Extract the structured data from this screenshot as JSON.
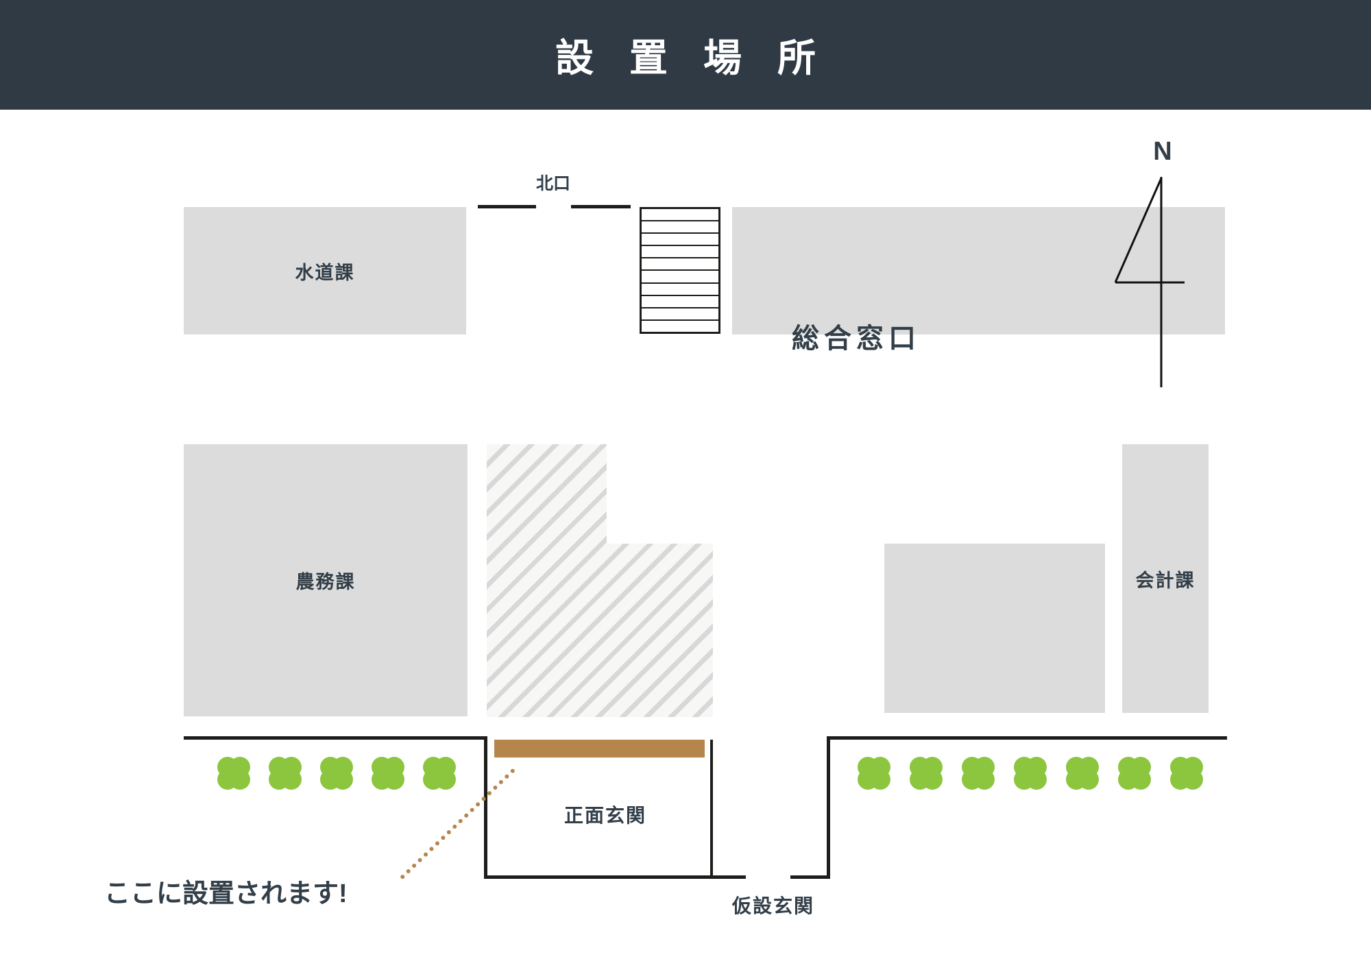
{
  "title": "設置場所",
  "colors": {
    "header_bg": "#2f3a44",
    "text_dark": "#323e48",
    "room_gray": "#dcdcdc",
    "wall_black": "#1d1d1b",
    "bush_green": "#8cc63f",
    "counter_brown": "#b5854c",
    "hatch_bg": "#f7f7f6",
    "hatch_stripe": "#d8d8d8"
  },
  "compass": {
    "north_label": "N"
  },
  "rooms": {
    "water_dept": "水道課",
    "general_reception": "総合窓口",
    "agriculture_dept": "農務課",
    "accounting_dept": "会計課"
  },
  "labels": {
    "north_exit": "北口",
    "main_entrance": "正面玄関",
    "temp_entrance": "仮設玄関",
    "annotation": "ここに設置されます!"
  },
  "stairs": {
    "step_count": 10
  },
  "bushes": {
    "left_count": 5,
    "right_count": 7
  }
}
